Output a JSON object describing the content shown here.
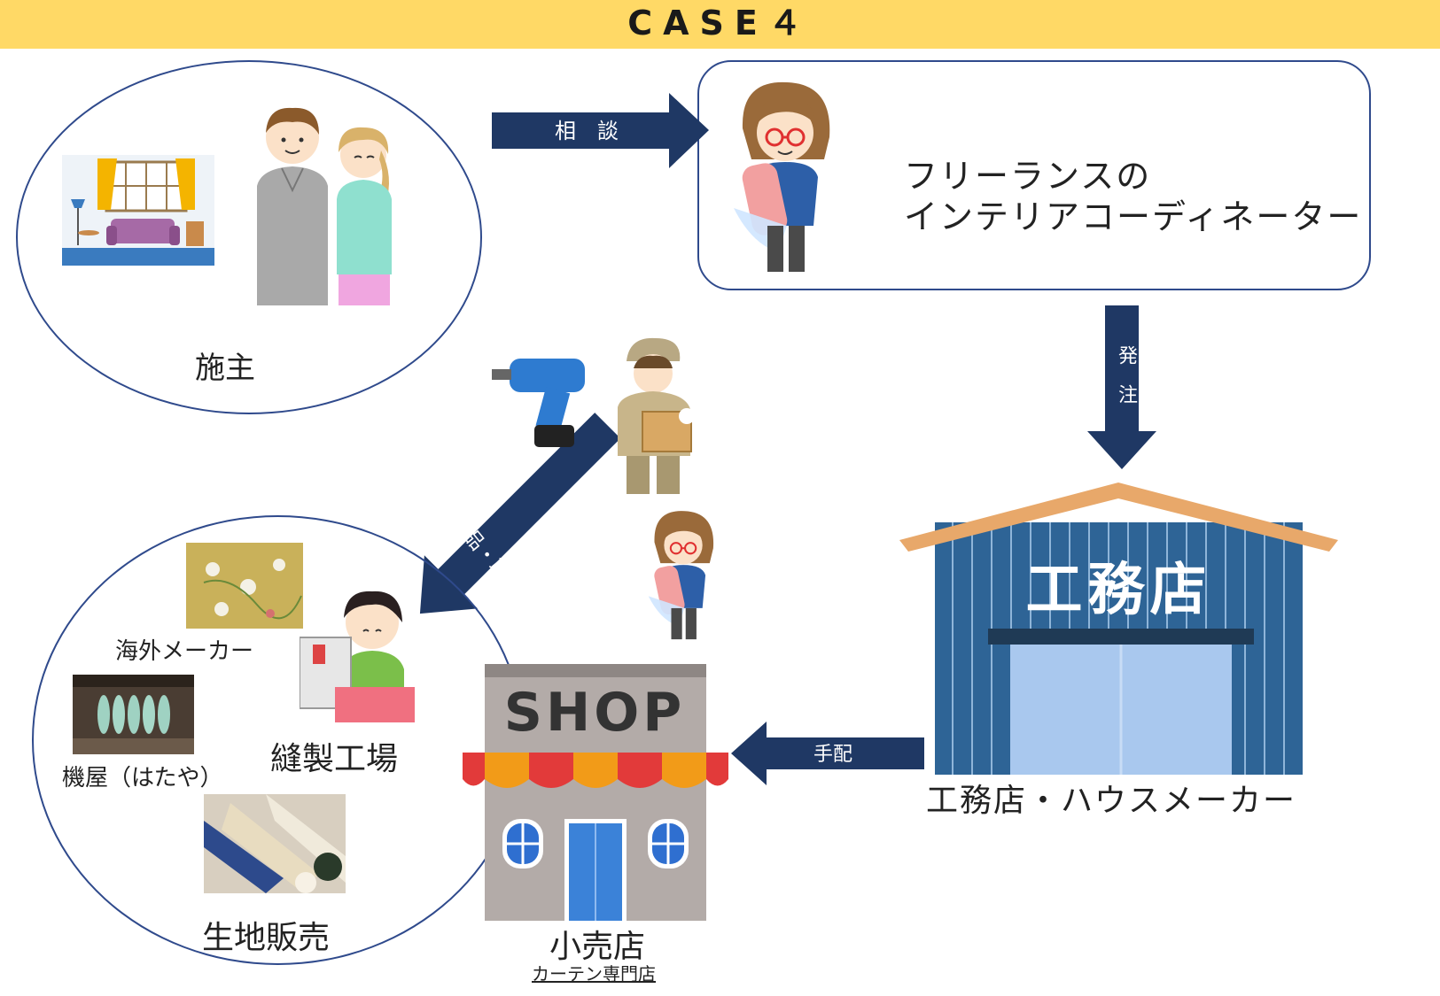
{
  "header": {
    "title": "CASE４"
  },
  "nodes": {
    "client": {
      "label": "施主"
    },
    "coordinator": {
      "line1": "フリーランスの",
      "line2": "インテリアコーディネーター"
    },
    "builder": {
      "sign": "工務店",
      "label": "工務店・ハウスメーカー"
    },
    "shop": {
      "sign": "SHOP",
      "label": "小売店",
      "sublabel": "カーテン専門店"
    },
    "suppliers": {
      "overseas": "海外メーカー",
      "weaver": "機屋（はたや）",
      "sewing": "縫製工場",
      "fabric": "生地販売"
    }
  },
  "arrows": {
    "consult": "相　談",
    "order": "発　注",
    "arrange": "手配",
    "deliver": "納品・取付"
  },
  "colors": {
    "banner": "#ffd966",
    "arrow": "#1f3864",
    "outline": "#2f4a8c"
  }
}
